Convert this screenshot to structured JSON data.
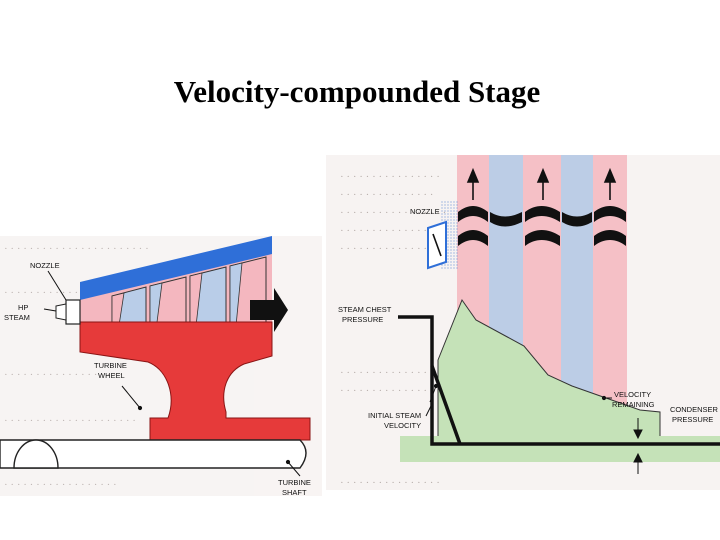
{
  "title": "Velocity-compounded Stage",
  "left_diagram": {
    "labels": {
      "nozzle": "NOZZLE",
      "hp_steam_1": "HP",
      "hp_steam_2": "STEAM",
      "turbine_wheel_1": "TURBINE",
      "turbine_wheel_2": "WHEEL",
      "turbine_shaft_1": "TURBINE",
      "turbine_shaft_2": "SHAFT"
    },
    "colors": {
      "rotor": "#e63a3a",
      "casing": "#2f6fd8",
      "steam": "#f4b7bf",
      "blade_blue": "#b9cde8"
    }
  },
  "right_diagram": {
    "labels": {
      "nozzle": "NOZZLE",
      "steam_chest_1": "STEAM CHEST",
      "steam_chest_2": "PRESSURE",
      "initial_velocity_1": "INITIAL STEAM",
      "initial_velocity_2": "VELOCITY",
      "velocity_remaining_1": "VELOCITY",
      "velocity_remaining_2": "REMAINING",
      "condenser_1": "CONDENSER",
      "condenser_2": "PRESSURE"
    },
    "colors": {
      "velocity_fill": "#c5e2b8",
      "pink_column": "#f5c0c6",
      "blue_column": "#bccde6"
    }
  }
}
